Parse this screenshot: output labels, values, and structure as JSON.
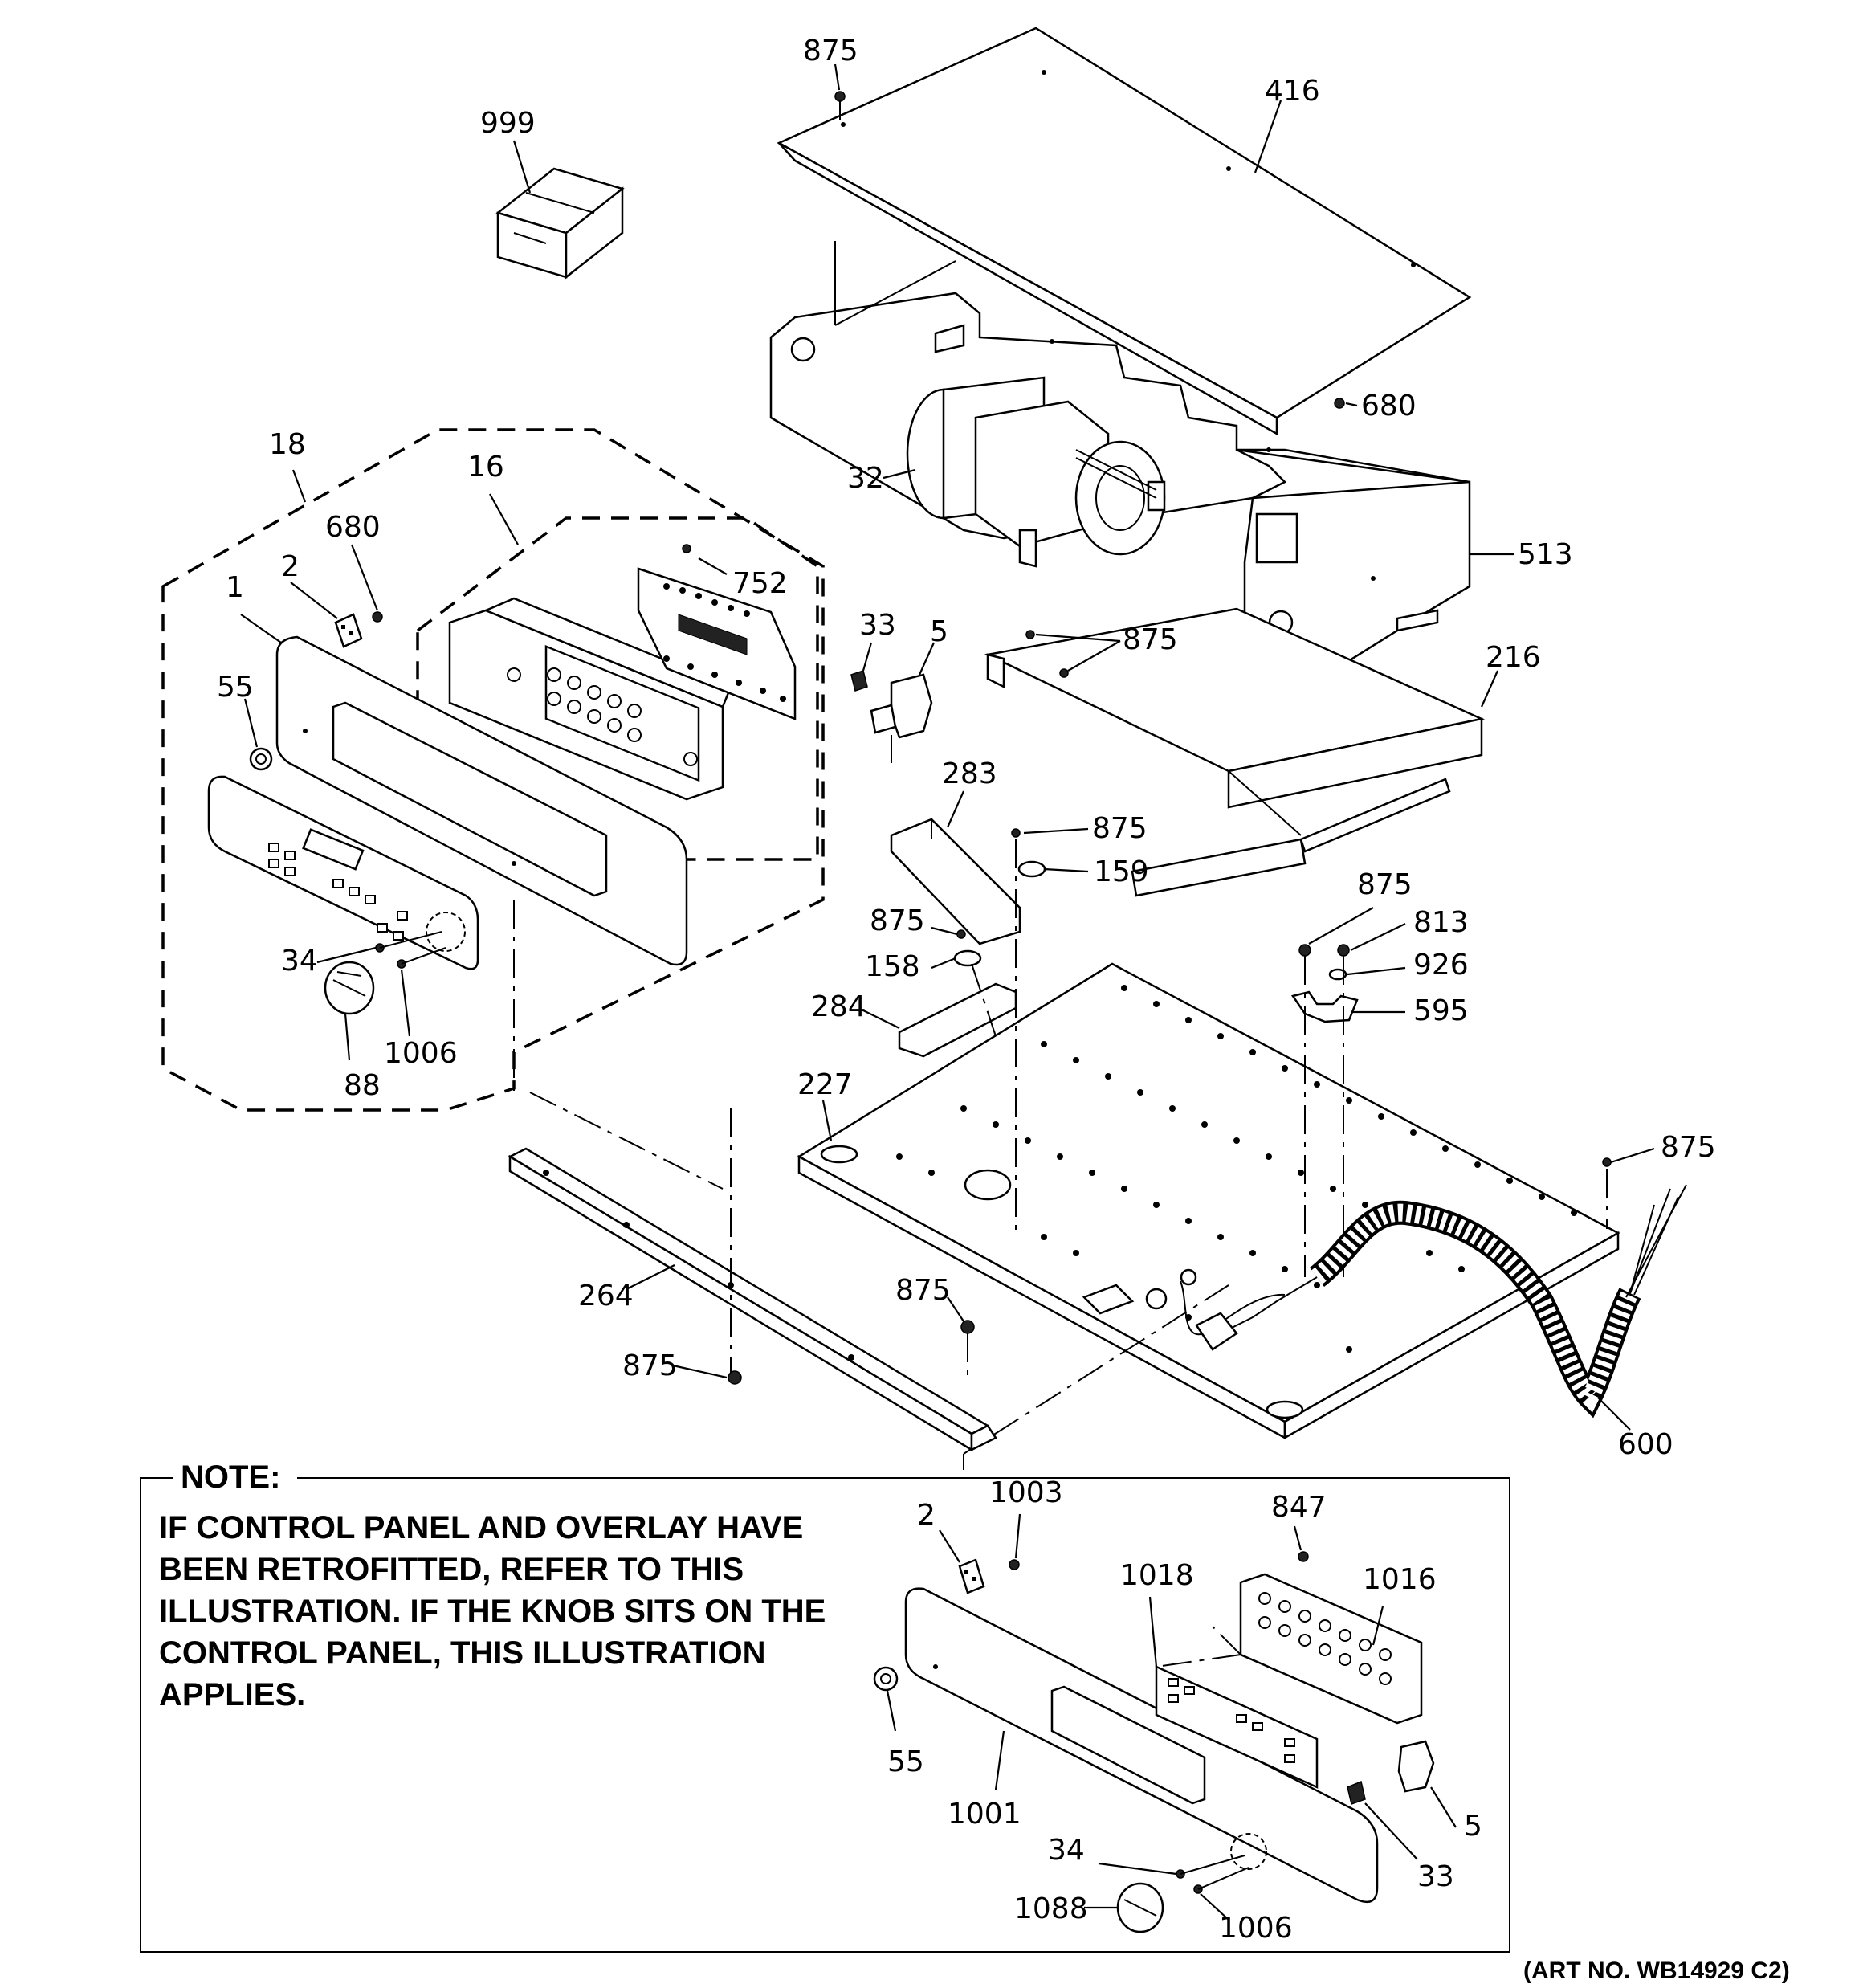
{
  "labels": {
    "l875_top": "875",
    "l416": "416",
    "l999": "999",
    "l680_right": "680",
    "l32": "32",
    "l513": "513",
    "l18": "18",
    "l16": "16",
    "l680_left": "680",
    "l2": "2",
    "l1": "1",
    "l752": "752",
    "l33": "33",
    "l5": "5",
    "l875_b": "875",
    "l216": "216",
    "l55": "55",
    "l283": "283",
    "l875_c": "875",
    "l159": "159",
    "l875_d": "875",
    "l813": "813",
    "l875_e": "875",
    "l158": "158",
    "l926": "926",
    "l34": "34",
    "l284": "284",
    "l595": "595",
    "l1006": "1006",
    "l88": "88",
    "l227": "227",
    "l875_f": "875",
    "l264": "264",
    "l875_g": "875",
    "l875_h": "875",
    "l600": "600"
  },
  "note": {
    "title": "NOTE:",
    "lines": [
      "IF CONTROL PANEL AND OVERLAY HAVE",
      "BEEN RETROFITTED, REFER TO THIS",
      "ILLUSTRATION. IF THE KNOB SITS ON THE",
      "CONTROL PANEL, THIS ILLUSTRATION",
      "APPLIES."
    ],
    "labels": {
      "n2": "2",
      "n1003": "1003",
      "n847": "847",
      "n1018": "1018",
      "n1016": "1016",
      "n55": "55",
      "n1001": "1001",
      "n5": "5",
      "n33": "33",
      "n34": "34",
      "n1088": "1088",
      "n1006": "1006"
    }
  },
  "art_number": "(ART NO. WB14929 C2)"
}
